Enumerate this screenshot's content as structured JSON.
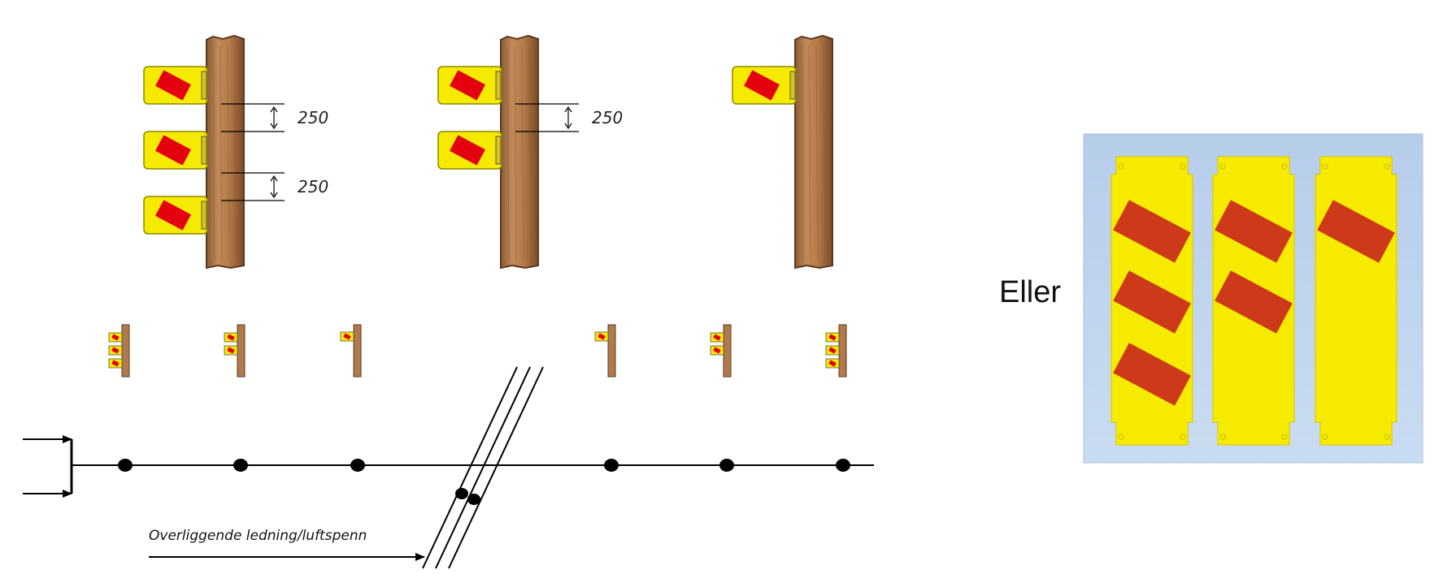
{
  "diagram": {
    "top_poles": [
      {
        "plate_count": 3,
        "spacing_labels": [
          "250",
          "250"
        ]
      },
      {
        "plate_count": 2,
        "spacing_labels": [
          "250"
        ]
      },
      {
        "plate_count": 1,
        "spacing_labels": []
      }
    ],
    "overhead_line_label": "Overliggende ledning/luftspenn",
    "small_poles_plate_counts": [
      3,
      2,
      1,
      1,
      2,
      3
    ],
    "alternative_label": "Eller",
    "alternative_panel_stripe_counts": [
      3,
      2,
      1
    ]
  },
  "colors": {
    "plate_yellow": "#f6ea00",
    "plate_red": "#e3000f",
    "pole_brown": "#b07a4c",
    "pole_dark": "#5a3a1e",
    "panel_background": "#bcd3ee",
    "panel_stripe": "#cc3a1a"
  }
}
